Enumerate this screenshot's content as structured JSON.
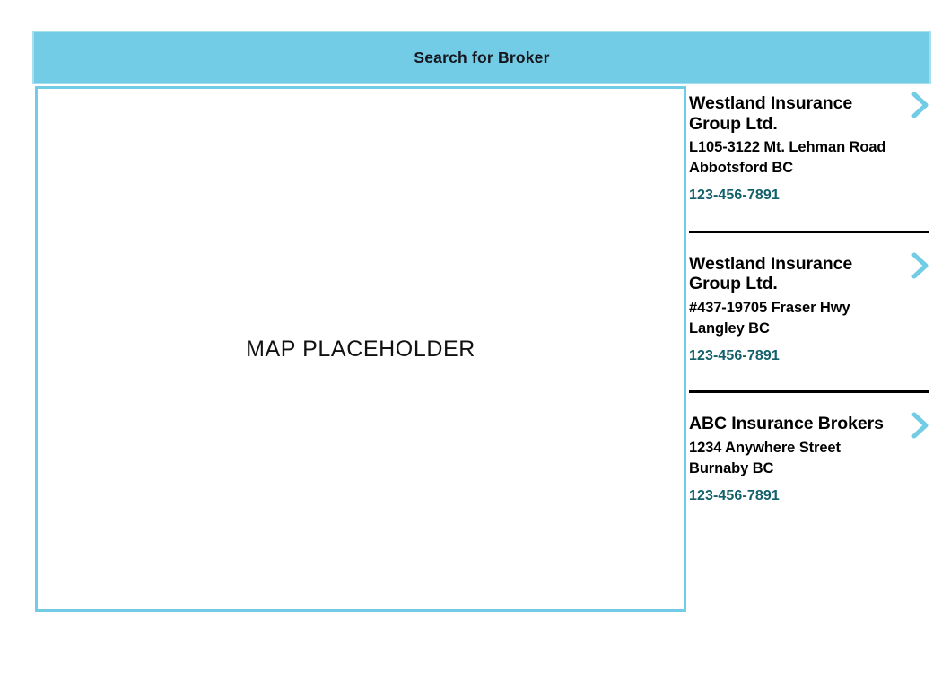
{
  "header": {
    "title": "Search for Broker",
    "background_color": "#72CCE6",
    "border_color": "#A9DEEF",
    "title_color": "#16161e"
  },
  "map": {
    "placeholder_text": "MAP PLACEHOLDER",
    "border_color": "#72CCE6",
    "background_color": "#FFFFFF"
  },
  "colors": {
    "accent_blue": "#72CCE6",
    "phone_teal": "#11606A",
    "divider_black": "#000000",
    "page_background": "#FFFFFF"
  },
  "results": {
    "chevron_icon": "chevron-right-icon",
    "items": [
      {
        "name": "Westland Insurance\nGroup Ltd.",
        "address": "L105-3122 Mt. Lehman Road\nAbbotsford BC",
        "phone": "123-456-7891"
      },
      {
        "name": "Westland Insurance\nGroup Ltd.",
        "address": "#437-19705 Fraser Hwy\nLangley BC",
        "phone": "123-456-7891"
      },
      {
        "name": "ABC Insurance Brokers",
        "address": "1234 Anywhere Street\nBurnaby BC",
        "phone": "123-456-7891"
      }
    ]
  }
}
